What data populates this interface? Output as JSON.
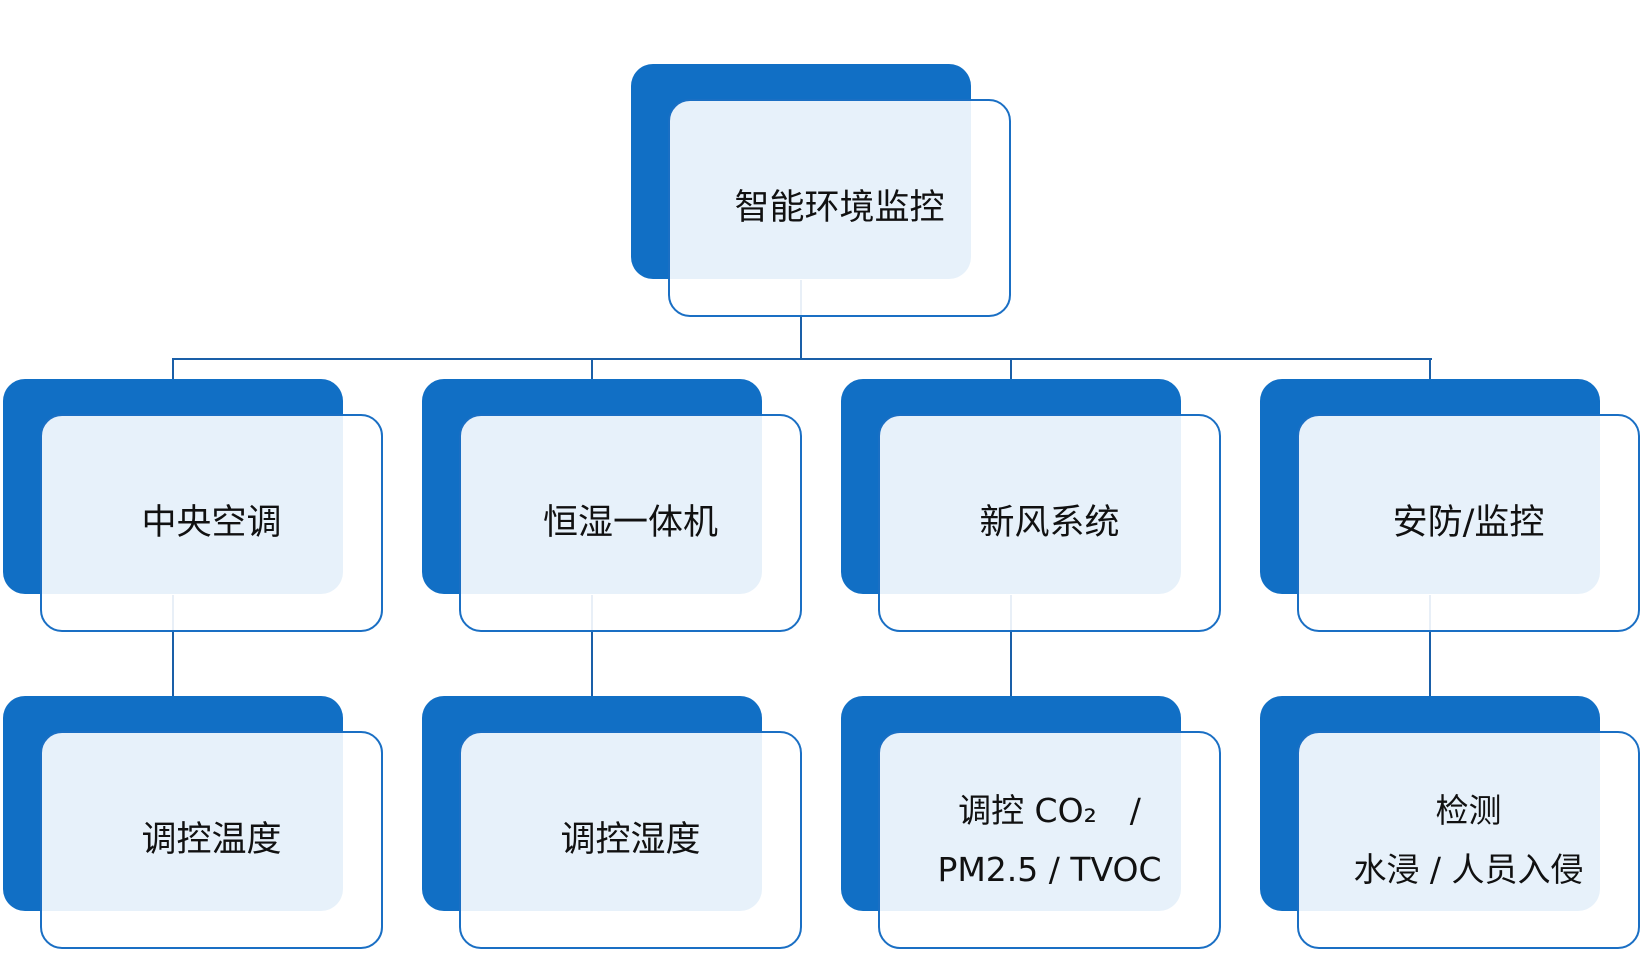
{
  "root": {
    "label": "智能环境监控"
  },
  "categories": [
    {
      "label": "中央空调",
      "detail": [
        "调控温度"
      ]
    },
    {
      "label": "恒湿一体机",
      "detail": [
        "调控湿度"
      ]
    },
    {
      "label": "新风系统",
      "detail": [
        "调控 CO₂　/",
        "PM2.5 / TVOC"
      ]
    },
    {
      "label": "安防/监控",
      "detail": [
        "检测",
        "水浸 / 人员入侵"
      ]
    }
  ],
  "colors": {
    "accent": "#116fc5",
    "border": "#1a6fc4",
    "line": "#1a5fa8"
  }
}
